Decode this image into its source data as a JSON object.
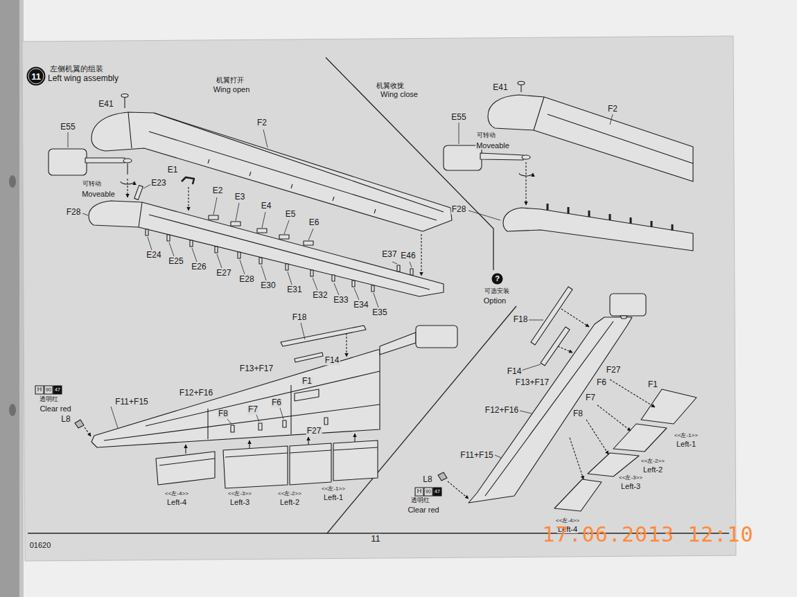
{
  "diagram": {
    "title": "Left wing assembly",
    "nodes": [
      {
        "text": [
          "11"
        ]
      },
      {
        "text": [
          "?"
        ]
      }
    ],
    "labels": [
      "左侧机翼的组装",
      "机翼打开",
      "Wing open",
      "E41",
      "E55",
      "F2",
      "E1",
      "E23",
      "可转动",
      "Moveable",
      "F28",
      "E2",
      "E3",
      "E4",
      "E5",
      "E6",
      "E24",
      "E25",
      "E26",
      "E27",
      "E28",
      "E30",
      "E31",
      "E32",
      "E33",
      "E34",
      "E35",
      "E37",
      "E46",
      "机翼收拢",
      "Wing close",
      "E41",
      "F2",
      "E55",
      "可转动",
      "Moveable",
      "F28",
      "可选安装",
      "Option",
      "F18",
      "F14",
      "F13+F17",
      "F1",
      "F12+F16",
      "F11+F15",
      "F8",
      "F7",
      "F6",
      "F27",
      "H",
      "90",
      "47",
      "透明红",
      "Clear red",
      "L8",
      "<<左-4>>",
      "Left-4",
      "<<左-3>>",
      "Left-3",
      "<<左-2>>",
      "Left-2",
      "<<左-1>>",
      "Left-1",
      "F18",
      "F14",
      "F13+F17",
      "F27",
      "F6",
      "F1",
      "F7",
      "F12+F16",
      "F8",
      "<<左-1>>",
      "Left-1",
      "F11+F15",
      "<<左-2>>",
      "Left-2",
      "<<左-3>>",
      "Left-3",
      "L8",
      "H",
      "90",
      "47",
      "透明红",
      "Clear red",
      "<<左-4>>",
      "Left-4",
      "01620",
      "11",
      "17.06.2013 12:10"
    ]
  }
}
